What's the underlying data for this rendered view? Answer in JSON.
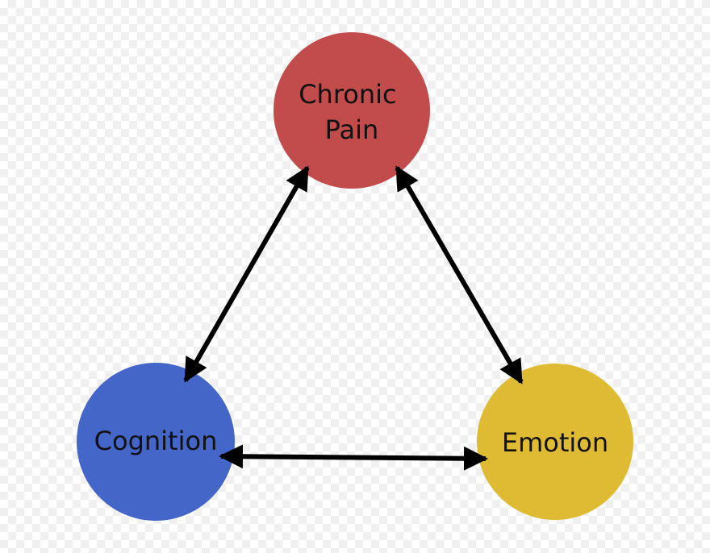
{
  "diagram": {
    "nodes": {
      "chronic_pain": {
        "line1": "Chronic",
        "line2": "Pain",
        "color": "#c24b4b"
      },
      "cognition": {
        "label": "Cognition",
        "color": "#4466c8"
      },
      "emotion": {
        "label": "Emotion",
        "color": "#dfbb33"
      }
    },
    "edges": [
      {
        "from": "chronic_pain",
        "to": "cognition",
        "direction": "bidirectional"
      },
      {
        "from": "chronic_pain",
        "to": "emotion",
        "direction": "bidirectional"
      },
      {
        "from": "cognition",
        "to": "emotion",
        "direction": "bidirectional"
      }
    ],
    "arrow_color": "#000000"
  }
}
